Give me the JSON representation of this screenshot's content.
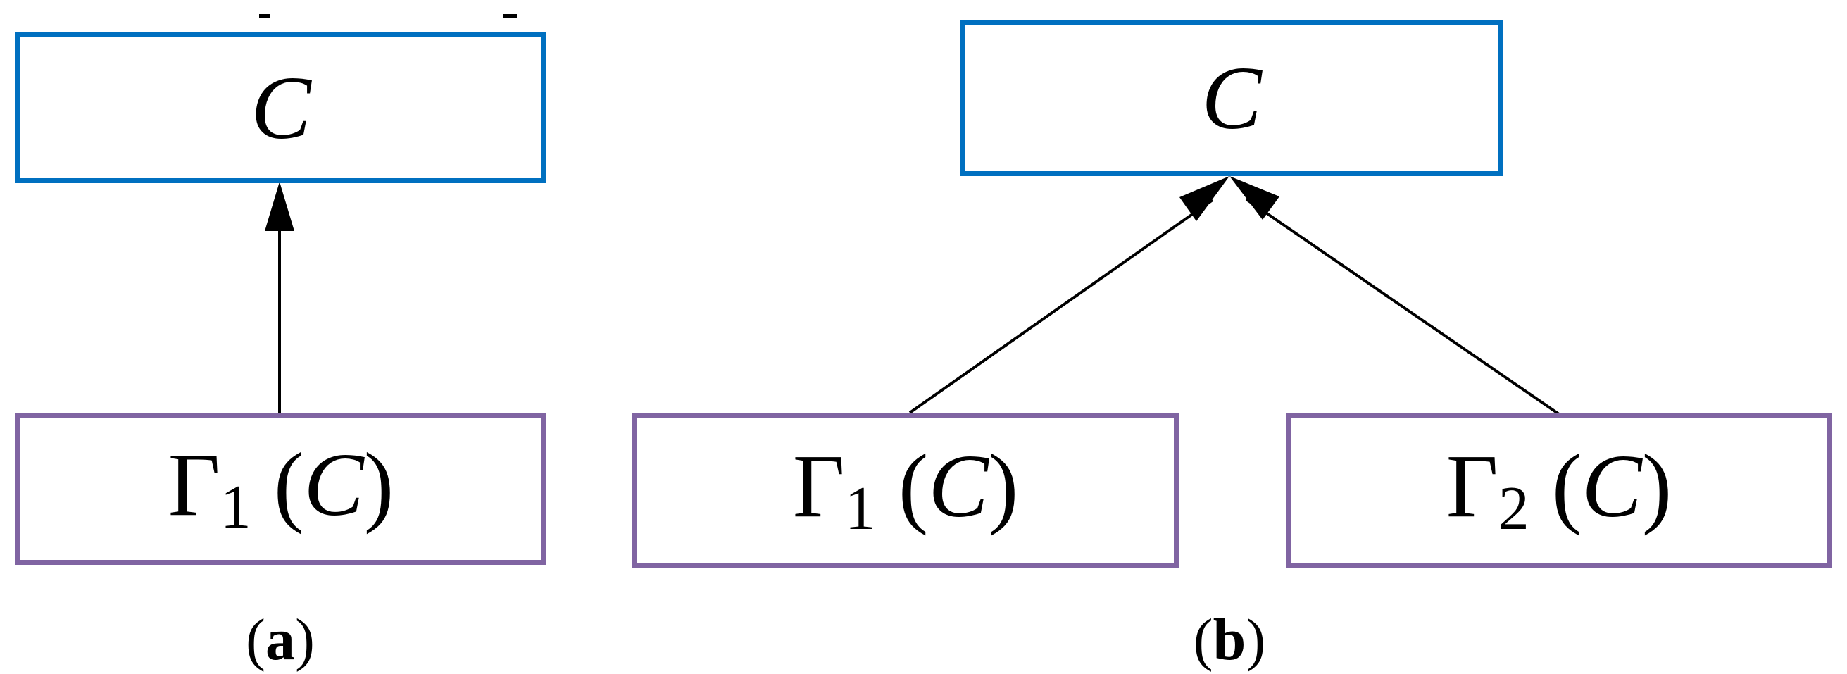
{
  "colors": {
    "top_border": "#0070C0",
    "bottom_border": "#8064A2",
    "arrow": "#000000"
  },
  "panel_a": {
    "top_node": "C",
    "bottom_node": {
      "symbol": "Γ",
      "subscript": "1",
      "open": " (",
      "arg": "C",
      "close": ")"
    },
    "caption": {
      "open": "(",
      "letter": "a",
      "close": ")"
    }
  },
  "panel_b": {
    "top_node": "C",
    "bottom_left": {
      "symbol": "Γ",
      "subscript": "1",
      "open": " (",
      "arg": "C",
      "close": ")"
    },
    "bottom_right": {
      "symbol": "Γ",
      "subscript": "2",
      "open": " (",
      "arg": "C",
      "close": ")"
    },
    "caption": {
      "open": "(",
      "letter": "b",
      "close": ")"
    }
  }
}
